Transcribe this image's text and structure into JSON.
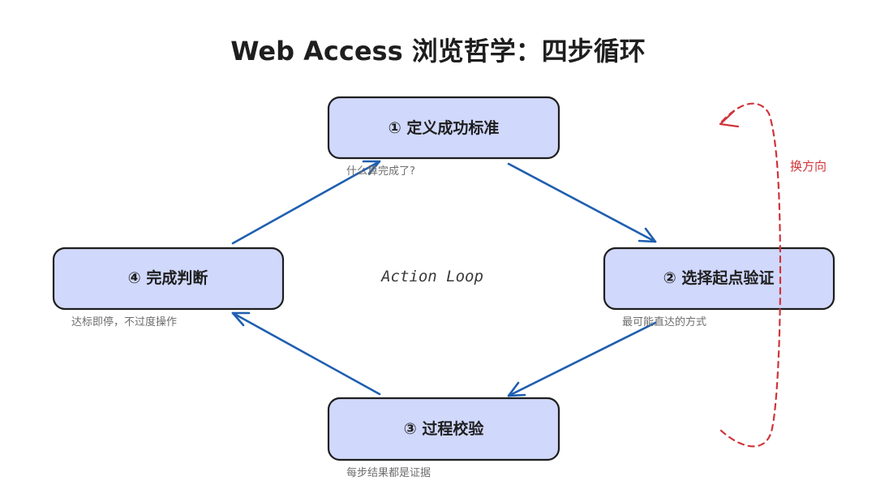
{
  "title": "Web Access 浏览哲学：四步循环",
  "center_label": "Action Loop",
  "nodes": [
    {
      "label": "① 定义成功标准",
      "caption": "什么算完成了?"
    },
    {
      "label": "② 选择起点验证",
      "caption": "最可能直达的方式"
    },
    {
      "label": "③ 过程校验",
      "caption": "每步结果都是证据"
    },
    {
      "label": "④ 完成判断",
      "caption": "达标即停，不过度操作"
    }
  ],
  "retry": {
    "label": "换方向"
  },
  "colors": {
    "node_fill": "#d0d8fb",
    "node_stroke": "#1e1e1e",
    "flow_arrow": "#1f5fb0",
    "retry": "#d0343a",
    "caption": "#6e6e6e"
  }
}
